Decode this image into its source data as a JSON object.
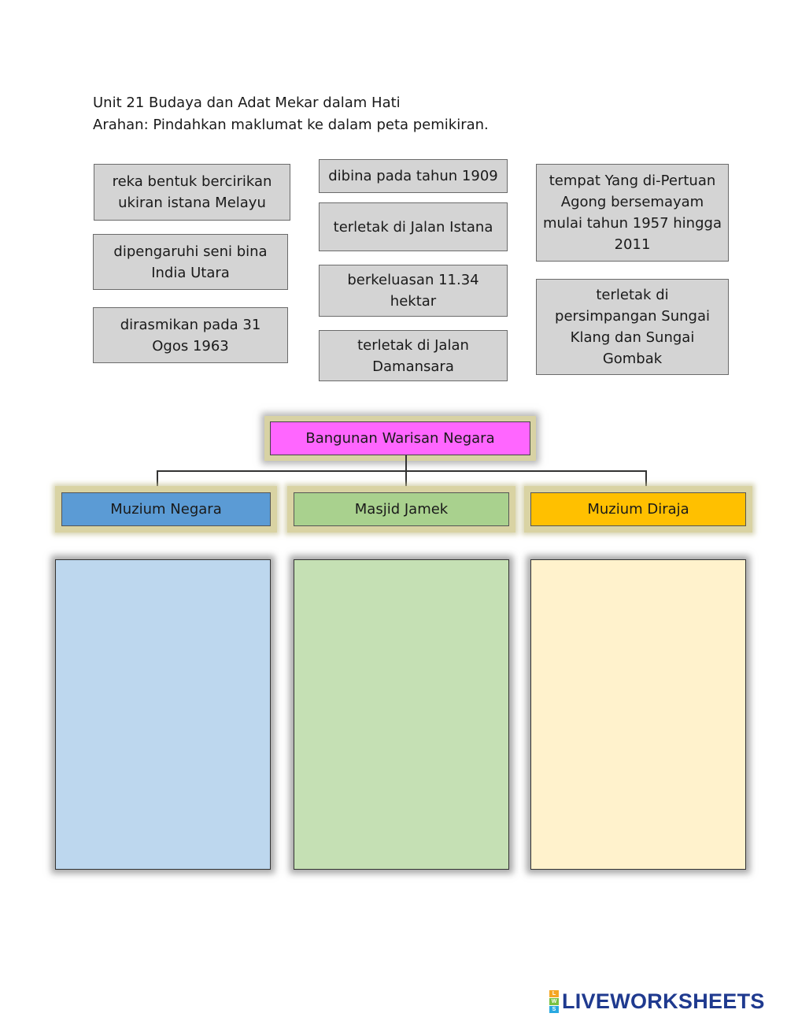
{
  "header": {
    "title": "Unit 21 Budaya dan Adat Mekar dalam Hati",
    "instruction": "Arahan: Pindahkan maklumat ke dalam peta pemikiran."
  },
  "cards": [
    "reka bentuk bercirikan ukiran istana Melayu",
    "dipengaruhi seni bina India Utara",
    "dirasmikan pada 31 Ogos 1963",
    "dibina pada tahun 1909",
    "terletak di Jalan Istana",
    "berkeluasan 11.34 hektar",
    "terletak di Jalan Damansara",
    "tempat Yang di-Pertuan Agong bersemayam mulai tahun 1957 hingga 2011",
    "terletak di persimpangan Sungai Klang dan Sungai Gombak"
  ],
  "map": {
    "root": "Bangunan Warisan Negara",
    "categories": [
      {
        "label": "Muzium Negara",
        "color": "#5b9bd5",
        "drop_color": "#bdd7ee"
      },
      {
        "label": "Masjid Jamek",
        "color": "#a9d18e",
        "drop_color": "#c5e0b4"
      },
      {
        "label": "Muzium Diraja",
        "color": "#ffc000",
        "drop_color": "#fff2cc"
      }
    ]
  },
  "logo": {
    "text": "LIVEWORKSHEETS",
    "letters": [
      "L",
      "W",
      "S"
    ]
  }
}
